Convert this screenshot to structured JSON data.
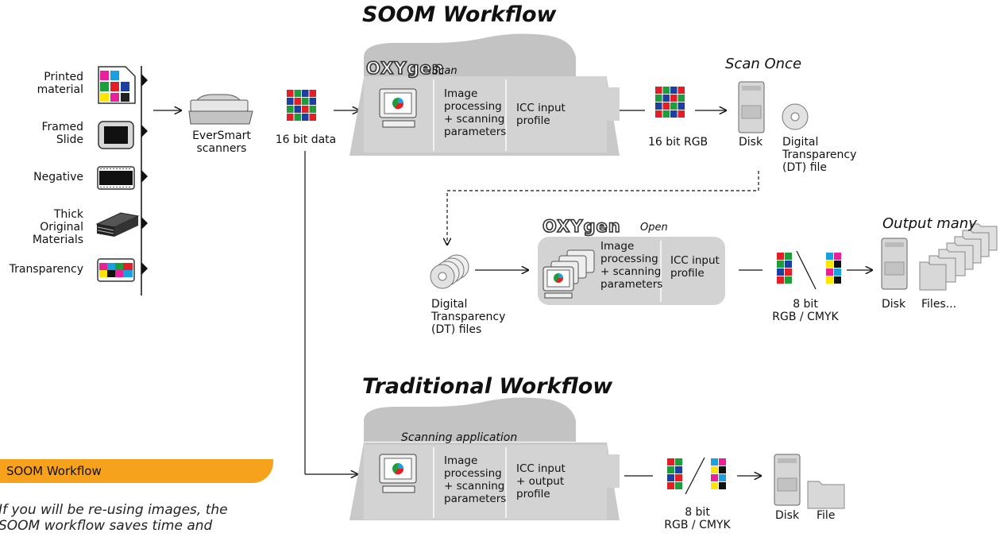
{
  "titles": {
    "soom": "SOOM Workflow",
    "traditional": "Traditional Workflow",
    "scan_once": "Scan Once",
    "output_many": "Output many"
  },
  "materials": {
    "printed": "Printed\nmaterial",
    "framed": "Framed\nSlide",
    "negative": "Negative",
    "thick": "Thick\nOriginal\nMaterials",
    "transparency": "Transparency"
  },
  "scanner": {
    "label": "EverSmart\nscanners"
  },
  "data16": {
    "label": "16 bit data"
  },
  "oxygen_scan": {
    "logo": "OXYgen",
    "name": "Scan",
    "processing": "Image\nprocessing\n+ scanning\nparameters",
    "icc": "ICC input\nprofile"
  },
  "rgb16": {
    "label": "16 bit RGB"
  },
  "disk": {
    "label": "Disk"
  },
  "dt_file": {
    "label": "Digital\nTransparency\n(DT) file"
  },
  "dt_files": {
    "label": "Digital\nTransparency\n(DT) files"
  },
  "oxygen_open": {
    "logo": "OXYgen",
    "name": "Open",
    "processing": "Image\nprocessing\n+ scanning\nparameters",
    "icc": "ICC input\nprofile"
  },
  "bit8_top": {
    "label": "8 bit\nRGB / CMYK"
  },
  "disk2": {
    "label": "Disk"
  },
  "files": {
    "label": "Files..."
  },
  "scanning_app": {
    "label": "Scanning application",
    "processing": "Image\nprocessing\n+ scanning\nparameters",
    "icc": "ICC input\n+ output\nprofile"
  },
  "bit8_bottom": {
    "label": "8 bit\nRGB / CMYK"
  },
  "disk3": {
    "label": "Disk"
  },
  "file": {
    "label": "File"
  },
  "sidebar": {
    "badge": "SOOM Workflow",
    "note": "If you will be re-using images, the\nSOOM workflow saves time and"
  },
  "colors": {
    "accent": "#f6a21d",
    "panel": "#cfcfcf",
    "panel_dark": "#b9b9b9"
  }
}
